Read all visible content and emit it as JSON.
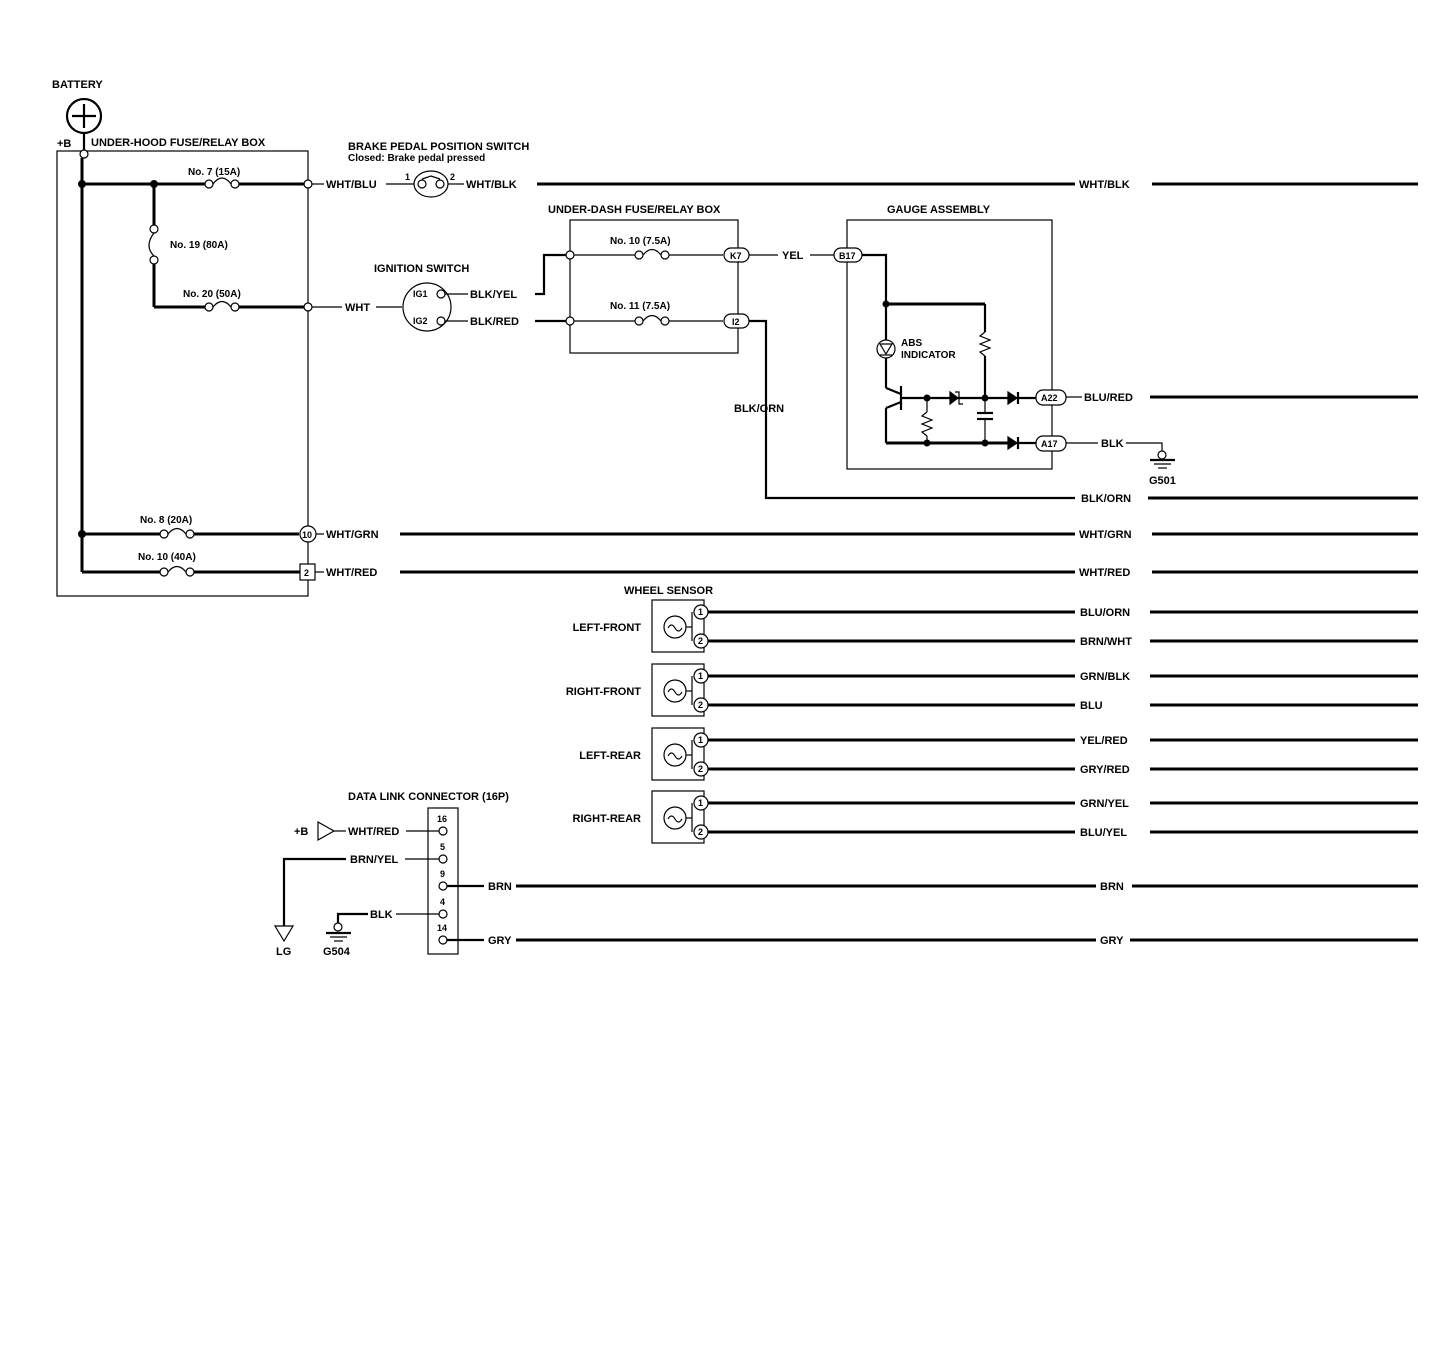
{
  "battery": {
    "label": "BATTERY",
    "plus_b": "+B"
  },
  "underhood": {
    "title": "UNDER-HOOD FUSE/RELAY BOX",
    "fuse7": "No. 7 (15A)",
    "fuse19": "No. 19 (80A)",
    "fuse20": "No. 20 (50A)",
    "fuse8": "No. 8 (20A)",
    "fuse10": "No. 10 (40A)",
    "term10": "10",
    "term2": "2"
  },
  "brake_switch": {
    "title": "BRAKE PEDAL POSITION SWITCH",
    "note": "Closed: Brake pedal pressed",
    "pin1": "1",
    "pin2": "2"
  },
  "ignition": {
    "title": "IGNITION SWITCH",
    "ig1": "IG1",
    "ig2": "IG2"
  },
  "underdash": {
    "title": "UNDER-DASH FUSE/RELAY BOX",
    "fuse10": "No. 10 (7.5A)",
    "fuse11": "No. 11 (7.5A)",
    "k7": "K7",
    "i2": "I2"
  },
  "gauge": {
    "title": "GAUGE ASSEMBLY",
    "b17": "B17",
    "abs1": "ABS",
    "abs2": "INDICATOR",
    "a22": "A22",
    "a17": "A17"
  },
  "wires": {
    "wht_blu": "WHT/BLU",
    "wht_blk": "WHT/BLK",
    "wht_blk_r": "WHT/BLK",
    "wht": "WHT",
    "blk_yel": "BLK/YEL",
    "blk_red": "BLK/RED",
    "yel": "YEL",
    "blk_orn": "BLK/ORN",
    "blk_orn_r": "BLK/ORN",
    "blu_red": "BLU/RED",
    "blk": "BLK",
    "wht_grn": "WHT/GRN",
    "wht_grn_r": "WHT/GRN",
    "wht_red": "WHT/RED",
    "wht_red_r": "WHT/RED"
  },
  "ground_g501": "G501",
  "wheel_sensor": {
    "title": "WHEEL SENSOR",
    "sensors": [
      {
        "name": "LEFT-FRONT",
        "w1": "BLU/ORN",
        "w2": "BRN/WHT"
      },
      {
        "name": "RIGHT-FRONT",
        "w1": "GRN/BLK",
        "w2": "BLU"
      },
      {
        "name": "LEFT-REAR",
        "w1": "YEL/RED",
        "w2": "GRY/RED"
      },
      {
        "name": "RIGHT-REAR",
        "w1": "GRN/YEL",
        "w2": "BLU/YEL"
      }
    ],
    "pin1": "1",
    "pin2": "2"
  },
  "dlc": {
    "title": "DATA LINK CONNECTOR (16P)",
    "pins": [
      "16",
      "5",
      "9",
      "4",
      "14"
    ],
    "plus_b": "+B",
    "wht_red": "WHT/RED",
    "brn_yel": "BRN/YEL",
    "brn": "BRN",
    "brn_r": "BRN",
    "blk": "BLK",
    "gry": "GRY",
    "gry_r": "GRY",
    "lg": "LG",
    "g504": "G504"
  }
}
